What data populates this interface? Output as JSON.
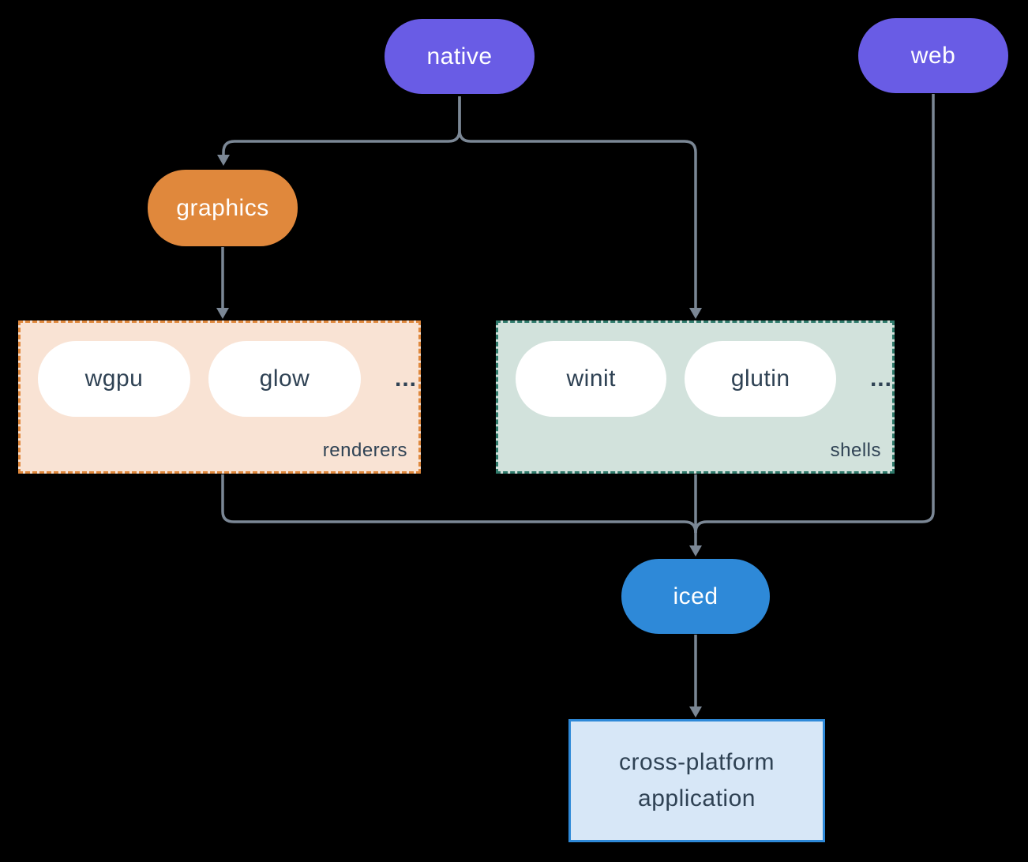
{
  "diagram": {
    "background_color": "#000000",
    "connector_color": "#7b8795",
    "nodes": {
      "native": {
        "label": "native",
        "fill": "#695ce5",
        "text_color": "#ffffff"
      },
      "web": {
        "label": "web",
        "fill": "#695ce5",
        "text_color": "#ffffff"
      },
      "graphics": {
        "label": "graphics",
        "fill": "#e0883c",
        "text_color": "#ffffff"
      },
      "iced": {
        "label": "iced",
        "fill": "#2e89d8",
        "text_color": "#ffffff"
      },
      "app": {
        "label": "cross-platform application",
        "fill": "#d7e7f7",
        "border": "#2e89d8",
        "text_color": "#2f4254"
      }
    },
    "groups": {
      "renderers": {
        "label": "renderers",
        "items": [
          "wgpu",
          "glow"
        ],
        "ellipsis": "...",
        "fill": "#f9e3d4",
        "border": "#e0883c",
        "item_text_color": "#2f4254"
      },
      "shells": {
        "label": "shells",
        "items": [
          "winit",
          "glutin"
        ],
        "ellipsis": "...",
        "fill": "#d2e2dc",
        "border": "#2f7a6b",
        "item_text_color": "#2f4254"
      }
    },
    "edges": [
      "native -> graphics",
      "native -> shells",
      "graphics -> renderers",
      "renderers -> iced",
      "shells -> iced",
      "web -> iced",
      "iced -> app"
    ]
  }
}
